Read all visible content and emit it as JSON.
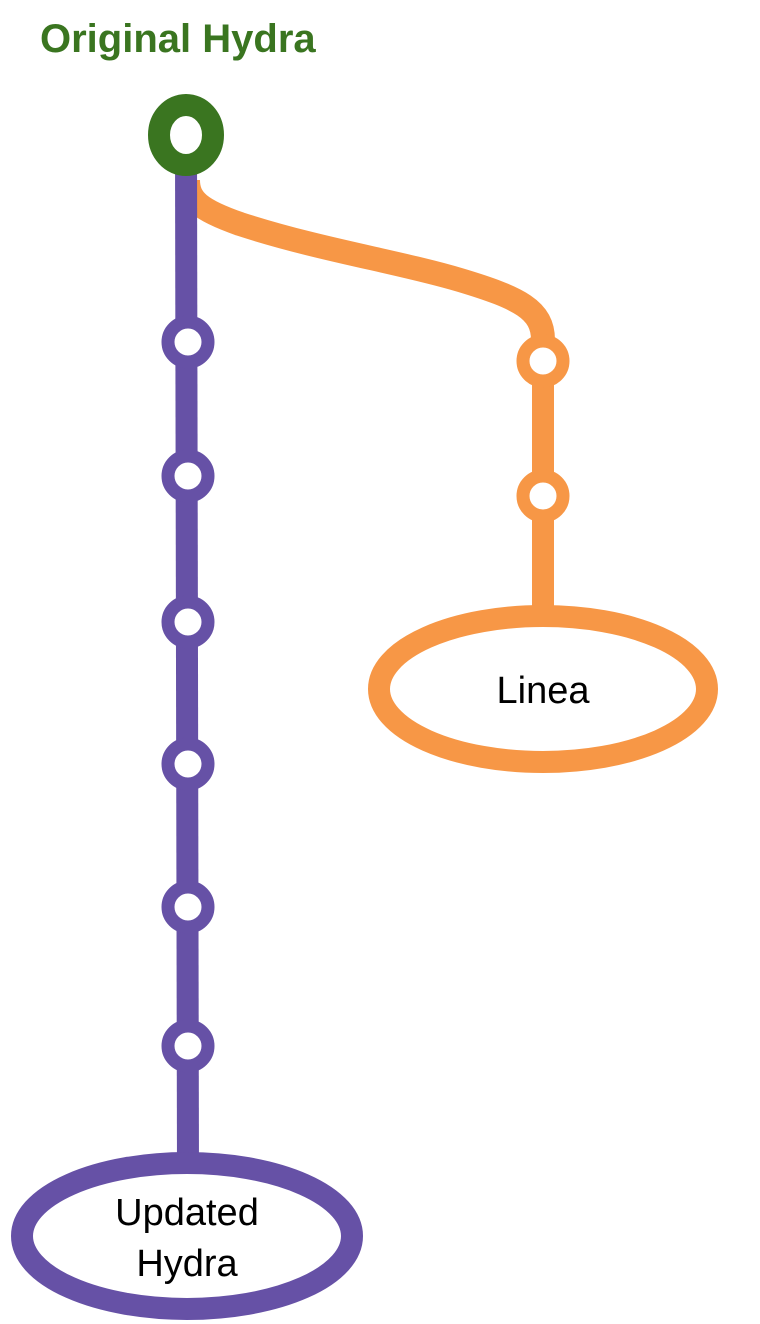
{
  "colors": {
    "root": "#3a7520",
    "hydra": "#6651a6",
    "linea": "#f79746",
    "node_fill": "#ffffff",
    "text": "#000000"
  },
  "root": {
    "title": "Original Hydra"
  },
  "branches": {
    "hydra": {
      "endpoint_label_lines": [
        "Updated",
        "Hydra"
      ],
      "intermediate_node_count": 6
    },
    "linea": {
      "endpoint_label_lines": [
        "Linea"
      ],
      "intermediate_node_count": 2
    }
  }
}
